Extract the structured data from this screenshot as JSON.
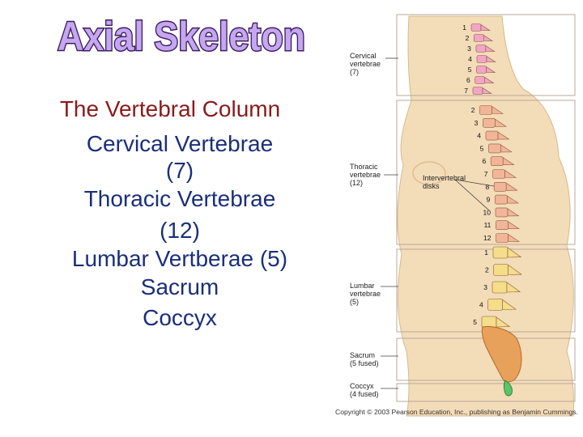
{
  "slide": {
    "title": "Axial Skeleton",
    "heading": "The Vertebral Column",
    "lines": [
      "Cervical Vertebrae",
      "(7)",
      "Thoracic Vertebrae",
      "(12)",
      "Lumbar Vertberae (5)",
      "Sacrum",
      "Coccyx"
    ]
  },
  "figure": {
    "labels": {
      "cervical": [
        "Cervical",
        "vertebrae",
        "(7)"
      ],
      "thoracic": [
        "Thoracic",
        "vertebrae",
        "(12)"
      ],
      "lumbar": [
        "Lumbar",
        "vertebrae",
        "(5)"
      ],
      "sacrum": [
        "Sacrum",
        "(5 fused)"
      ],
      "coccyx": [
        "Coccyx",
        "(4 fused)"
      ],
      "intervertebral": [
        "Intervertebral",
        "disks"
      ]
    },
    "cervical_numbers": [
      "1",
      "2",
      "3",
      "4",
      "5",
      "6",
      "7"
    ],
    "thoracic_numbers": [
      "2",
      "3",
      "4",
      "5",
      "6",
      "7",
      "8",
      "9",
      "10",
      "11",
      "12"
    ],
    "lumbar_numbers": [
      "1",
      "2",
      "3",
      "4",
      "5"
    ],
    "copyright": "Copyright © 2003 Pearson Education, Inc., publishing as Benjamin Cummings."
  },
  "colors": {
    "title_fill": "#c7a6f0",
    "title_outline": "#3a1f63",
    "heading": "#8b1a1a",
    "body_text": "#1a2f7a",
    "skin": "#f3dcb8",
    "cervical": "#f2a6c6",
    "thoracic": "#f2b59a",
    "lumbar": "#f5dd8a",
    "sacrum": "#e7a15a",
    "coccyx": "#5cc46a"
  }
}
